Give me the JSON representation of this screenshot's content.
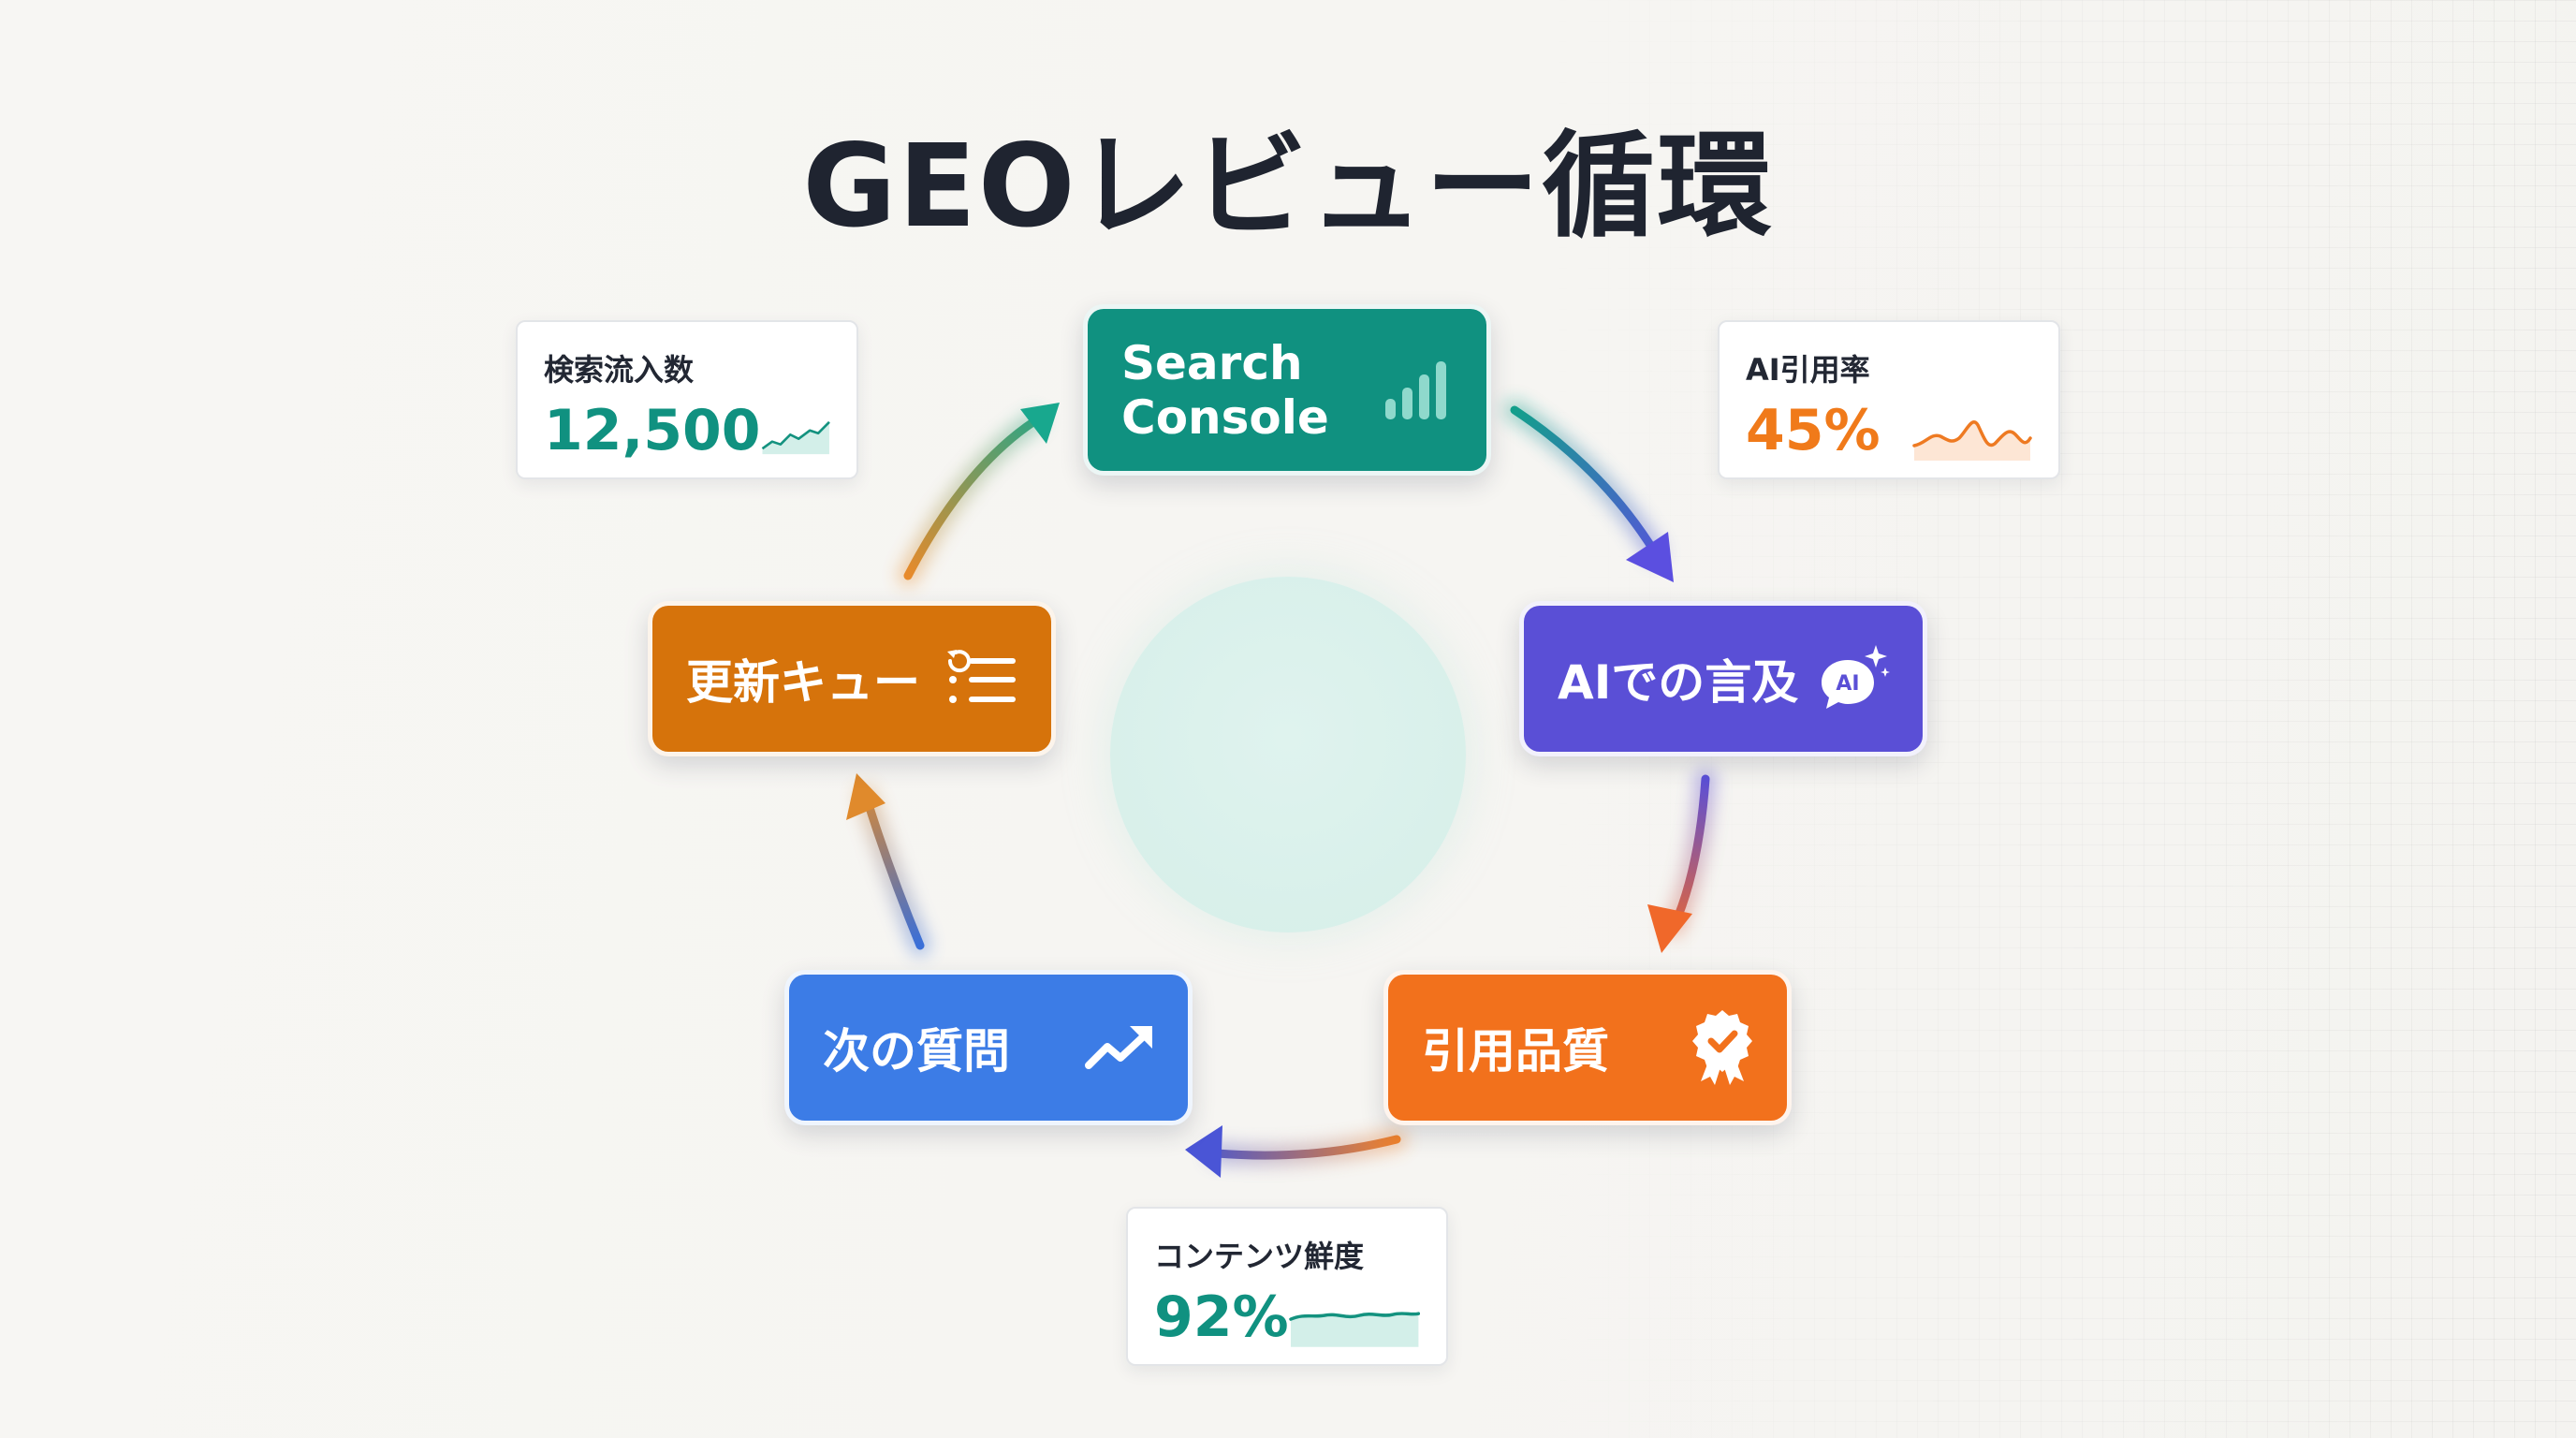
{
  "title": "GEOレビュー循環",
  "nodes": {
    "search_console": {
      "label": "Search Console",
      "color": "#109180",
      "icon": "bar-chart-icon"
    },
    "ai_mention": {
      "label": "AIでの言及",
      "color": "#5a4fd6",
      "icon": "ai-chat-bubble-icon",
      "icon_text": "AI"
    },
    "citation_quality": {
      "label": "引用品質",
      "color": "#f2711c",
      "icon": "award-badge-check-icon"
    },
    "next_question": {
      "label": "次の質問",
      "color": "#3c7ce6",
      "icon": "trending-up-icon"
    },
    "update_queue": {
      "label": "更新キュー",
      "color": "#d6730b",
      "icon": "refresh-list-icon"
    }
  },
  "metrics": {
    "search_traffic": {
      "label": "検索流入数",
      "value": "12,500",
      "color": "#109180"
    },
    "ai_citation_rate": {
      "label": "AI引用率",
      "value": "45%",
      "color": "#f07a1a"
    },
    "content_freshness": {
      "label": "コンテンツ鮮度",
      "value": "92%",
      "color": "#109180"
    }
  }
}
